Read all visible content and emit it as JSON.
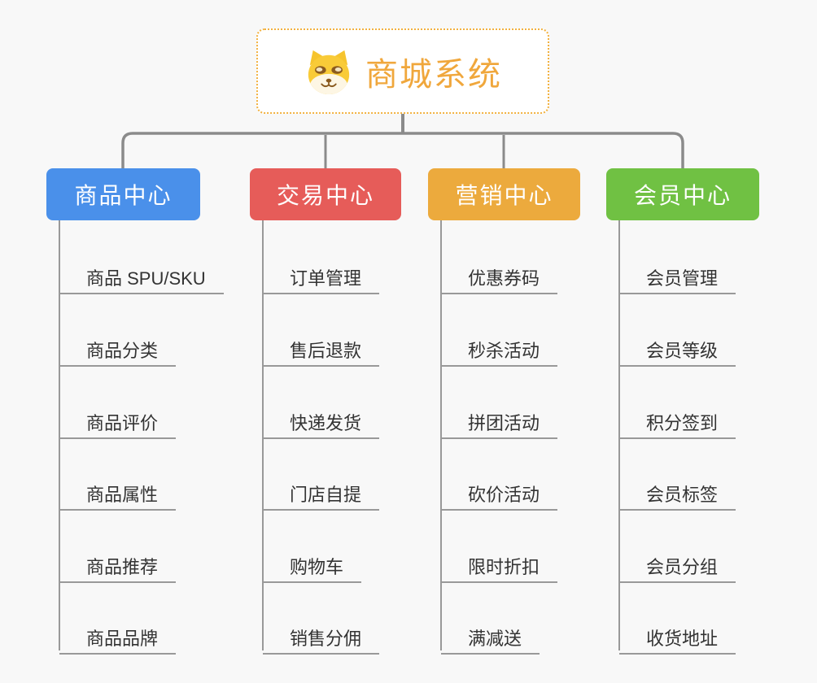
{
  "root": {
    "title": "商城系统",
    "icon": "doge-icon",
    "border_color": "#f2b13f",
    "text_color": "#f0a73c"
  },
  "branches": [
    {
      "id": "product-center",
      "label": "商品中心",
      "color": "#4a90ea",
      "children": [
        "商品 SPU/SKU",
        "商品分类",
        "商品评价",
        "商品属性",
        "商品推荐",
        "商品品牌"
      ]
    },
    {
      "id": "trade-center",
      "label": "交易中心",
      "color": "#e65c59",
      "children": [
        "订单管理",
        "售后退款",
        "快递发货",
        "门店自提",
        "购物车",
        "销售分佣"
      ]
    },
    {
      "id": "marketing-center",
      "label": "营销中心",
      "color": "#ecaa3d",
      "children": [
        "优惠券码",
        "秒杀活动",
        "拼团活动",
        "砍价活动",
        "限时折扣",
        "满减送"
      ]
    },
    {
      "id": "member-center",
      "label": "会员中心",
      "color": "#70c143",
      "children": [
        "会员管理",
        "会员等级",
        "积分签到",
        "会员标签",
        "会员分组",
        "收货地址"
      ]
    }
  ],
  "connector_color": "#8b8b8b",
  "child_line_color": "#999999",
  "background_color": "#f8f8f8"
}
